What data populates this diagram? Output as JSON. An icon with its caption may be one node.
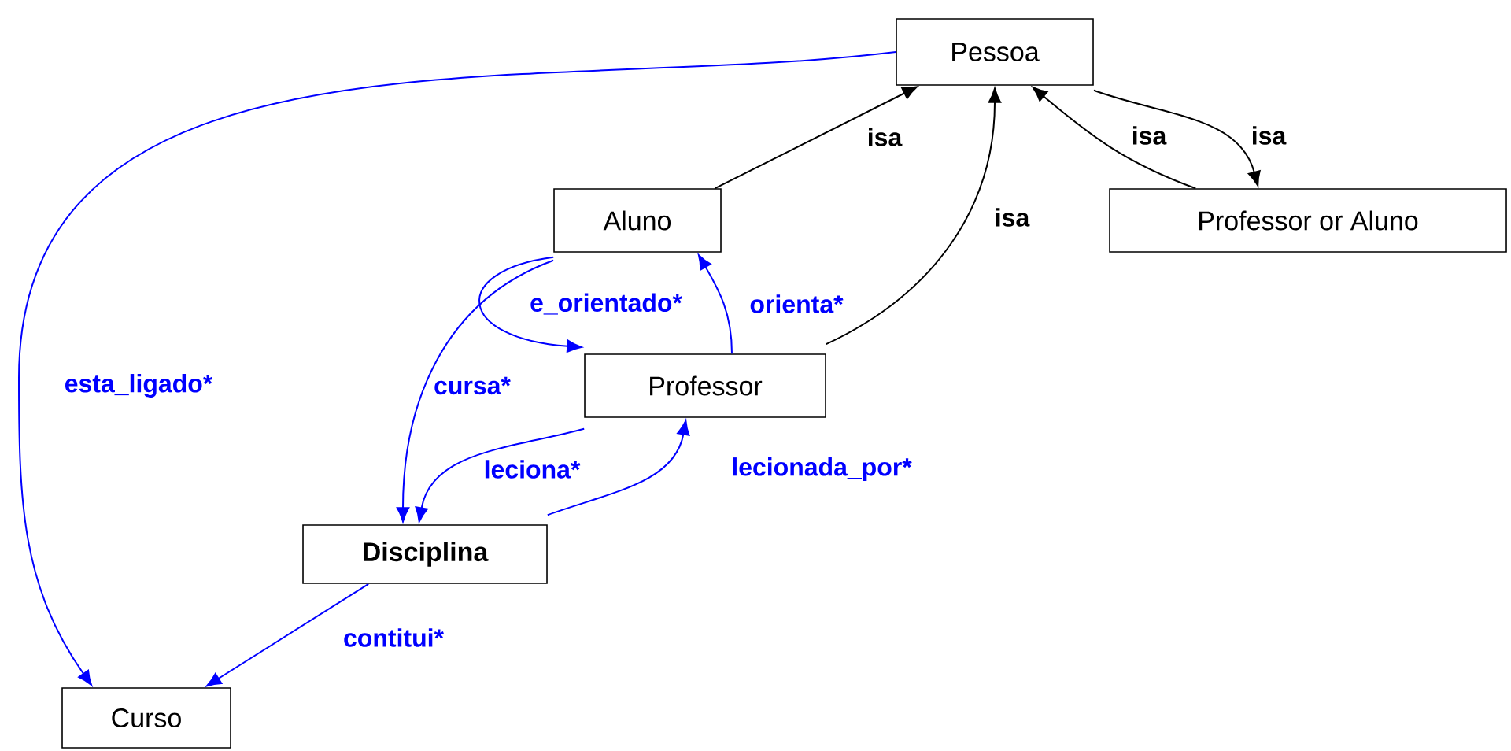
{
  "diagram": {
    "nodes": [
      {
        "text": [
          "Pessoa"
        ]
      },
      {
        "text": [
          "Aluno"
        ]
      },
      {
        "text": [
          "Professor or Aluno"
        ]
      },
      {
        "text": [
          "Professor"
        ]
      },
      {
        "text": [
          "Disciplina"
        ]
      },
      {
        "text": [
          "Curso"
        ]
      }
    ],
    "edges": [
      {
        "from": 1,
        "to": 0,
        "arrow": "to",
        "label": "isa",
        "color": "#000000"
      },
      {
        "from": 3,
        "to": 0,
        "arrow": "to",
        "label": "isa",
        "color": "#000000"
      },
      {
        "from": 2,
        "to": 0,
        "arrow": "to",
        "label": "isa",
        "color": "#000000"
      },
      {
        "from": 0,
        "to": 2,
        "arrow": "to",
        "label": "isa",
        "color": "#000000"
      },
      {
        "from": 0,
        "to": 5,
        "arrow": "to",
        "label": "esta_ligado*"
      },
      {
        "from": 1,
        "to": 3,
        "arrow": "to",
        "label": "e_orientado*"
      },
      {
        "from": 3,
        "to": 1,
        "arrow": "to",
        "label": "orienta*"
      },
      {
        "from": 1,
        "to": 4,
        "arrow": "to",
        "label": "cursa*"
      },
      {
        "from": 3,
        "to": 4,
        "arrow": "to",
        "label": "leciona*"
      },
      {
        "from": 4,
        "to": 3,
        "arrow": "to",
        "label": "lecionada_por*"
      },
      {
        "from": 4,
        "to": 5,
        "arrow": "to",
        "label": "contitui*"
      }
    ]
  }
}
